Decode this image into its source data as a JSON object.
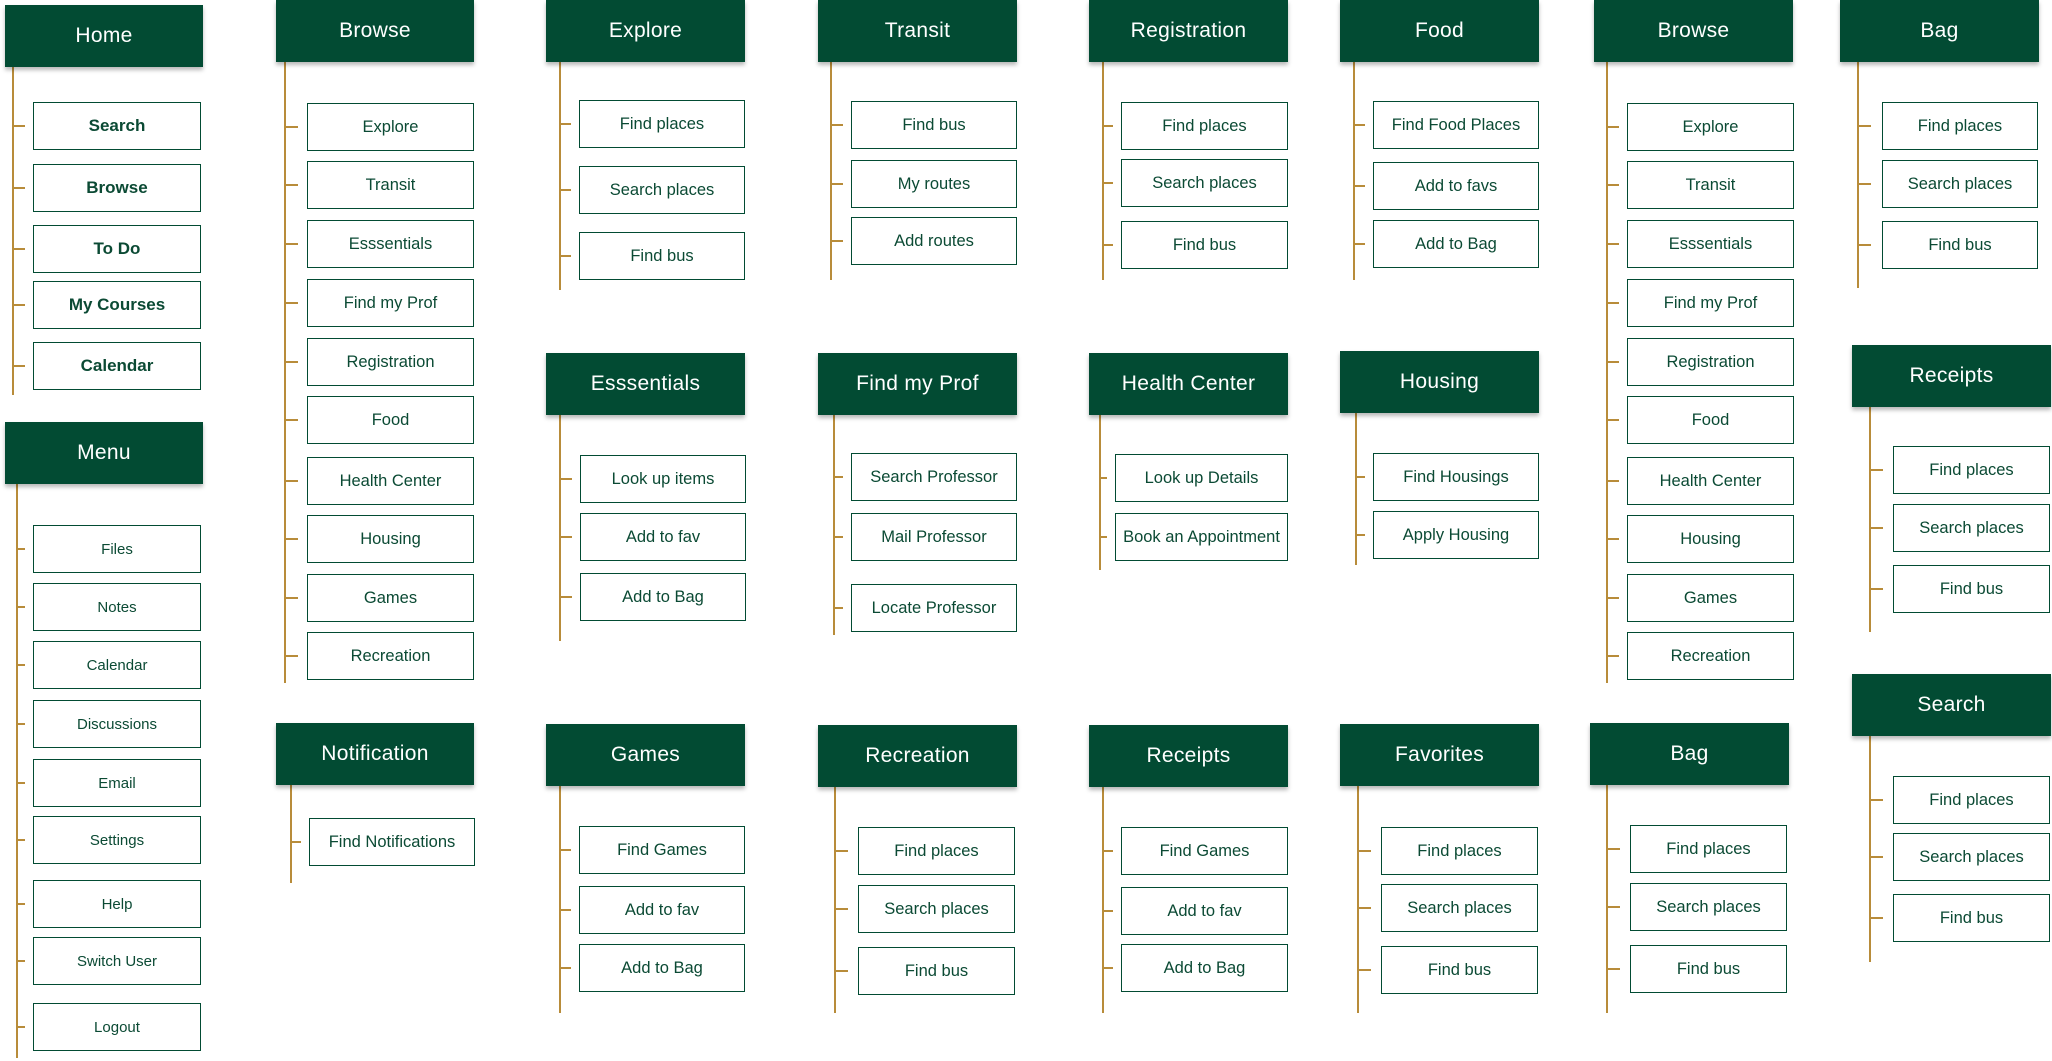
{
  "groups": [
    {
      "title": "Home",
      "items": [
        "Search",
        "Browse",
        "To Do",
        "My Courses",
        "Calendar"
      ]
    },
    {
      "title": "Menu",
      "items": [
        "Files",
        "Notes",
        "Calendar",
        "Discussions",
        "Email",
        "Settings",
        "Help",
        "Switch User",
        "Logout"
      ]
    },
    {
      "title": "Browse",
      "items": [
        "Explore",
        "Transit",
        "Esssentials",
        "Find my Prof",
        "Registration",
        "Food",
        "Health Center",
        "Housing",
        "Games",
        "Recreation"
      ]
    },
    {
      "title": "Notification",
      "items": [
        "Find Notifications"
      ]
    },
    {
      "title": "Explore",
      "items": [
        "Find places",
        "Search places",
        "Find bus"
      ]
    },
    {
      "title": "Esssentials",
      "items": [
        "Look up items",
        "Add to fav",
        "Add to Bag"
      ]
    },
    {
      "title": "Games",
      "items": [
        "Find Games",
        "Add to fav",
        "Add to Bag"
      ]
    },
    {
      "title": "Transit",
      "items": [
        "Find bus",
        "My routes",
        "Add routes"
      ]
    },
    {
      "title": "Find my Prof",
      "items": [
        "Search Professor",
        "Mail Professor",
        "Locate Professor"
      ]
    },
    {
      "title": "Recreation",
      "items": [
        "Find places",
        "Search places",
        "Find bus"
      ]
    },
    {
      "title": "Registration",
      "items": [
        "Find places",
        "Search places",
        "Find bus"
      ]
    },
    {
      "title": "Health Center",
      "items": [
        "Look up Details",
        "Book an Appointment"
      ]
    },
    {
      "title": "Receipts",
      "items": [
        "Find Games",
        "Add to fav",
        "Add to Bag"
      ]
    },
    {
      "title": "Food",
      "items": [
        "Find Food Places",
        "Add to favs",
        "Add to Bag"
      ]
    },
    {
      "title": "Housing",
      "items": [
        "Find Housings",
        "Apply Housing"
      ]
    },
    {
      "title": "Favorites",
      "items": [
        "Find places",
        "Search places",
        "Find bus"
      ]
    },
    {
      "title": "Browse",
      "items": [
        "Explore",
        "Transit",
        "Esssentials",
        "Find my Prof",
        "Registration",
        "Food",
        "Health Center",
        "Housing",
        "Games",
        "Recreation"
      ]
    },
    {
      "title": "Bag",
      "items": [
        "Find places",
        "Search places",
        "Find bus"
      ]
    },
    {
      "title": "Bag",
      "items": [
        "Find places",
        "Search places",
        "Find bus"
      ]
    },
    {
      "title": "Receipts",
      "items": [
        "Find places",
        "Search places",
        "Find bus"
      ]
    },
    {
      "title": "Search",
      "items": [
        "Find places",
        "Search places",
        "Find bus"
      ]
    }
  ],
  "colors": {
    "header_bg": "#024b33",
    "connector": "#b88c3a",
    "item_border": "#024b33",
    "item_text": "#0b4a34"
  }
}
